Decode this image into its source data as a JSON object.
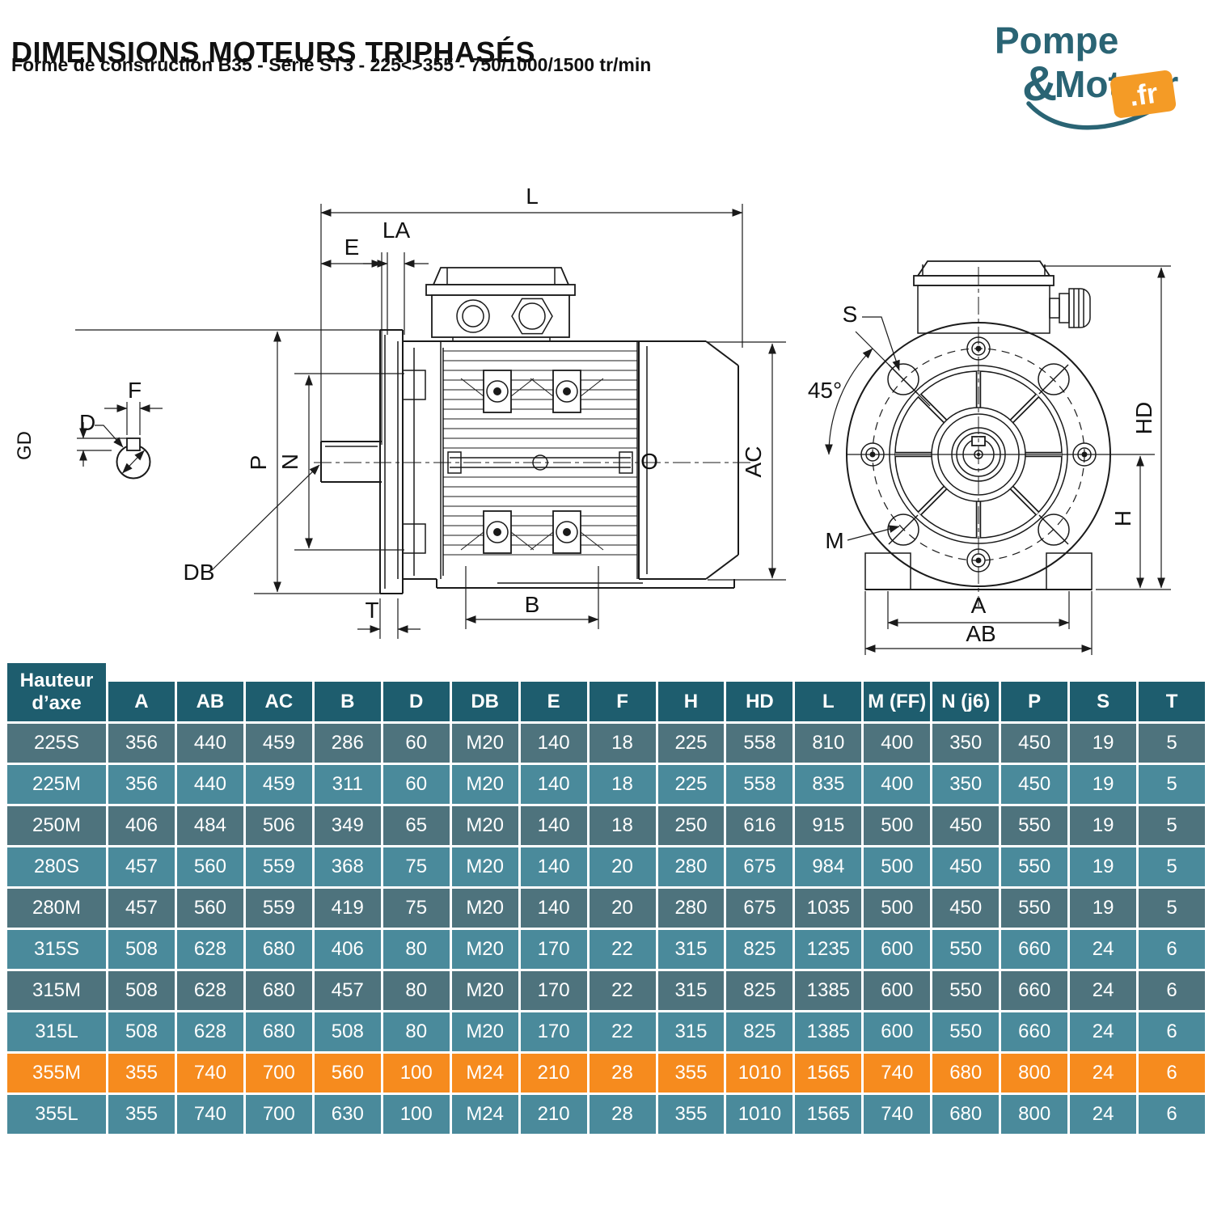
{
  "page": {
    "title": "DIMENSIONS MOTEURS TRIPHASÉS",
    "subtitle": "Forme de construction B35 - Série ST3 - 225<>355 - 750/1000/1500 tr/min"
  },
  "logo": {
    "word1": "Pompe",
    "ampersand": "&",
    "word2": "Moteur",
    "domain": ".fr"
  },
  "diagram": {
    "labels": {
      "L": "L",
      "E": "E",
      "LA": "LA",
      "P": "P",
      "N": "N",
      "DB": "DB",
      "T": "T",
      "B": "B",
      "AC": "AC",
      "O": "O",
      "F": "F",
      "D": "D",
      "GD": "GD",
      "S": "S",
      "angle45": "45°",
      "M": "M",
      "HD": "HD",
      "H": "H",
      "A": "A",
      "AB": "AB"
    }
  },
  "table": {
    "row_header": "Hauteur d’axe",
    "columns": [
      "A",
      "AB",
      "AC",
      "B",
      "D",
      "DB",
      "E",
      "F",
      "H",
      "HD",
      "L",
      "M (FF)",
      "N (j6)",
      "P",
      "S",
      "T"
    ],
    "rows": [
      {
        "name": "225S",
        "highlight": false,
        "values": [
          "356",
          "440",
          "459",
          "286",
          "60",
          "M20",
          "140",
          "18",
          "225",
          "558",
          "810",
          "400",
          "350",
          "450",
          "19",
          "5"
        ]
      },
      {
        "name": "225M",
        "highlight": false,
        "values": [
          "356",
          "440",
          "459",
          "311",
          "60",
          "M20",
          "140",
          "18",
          "225",
          "558",
          "835",
          "400",
          "350",
          "450",
          "19",
          "5"
        ]
      },
      {
        "name": "250M",
        "highlight": false,
        "values": [
          "406",
          "484",
          "506",
          "349",
          "65",
          "M20",
          "140",
          "18",
          "250",
          "616",
          "915",
          "500",
          "450",
          "550",
          "19",
          "5"
        ]
      },
      {
        "name": "280S",
        "highlight": false,
        "values": [
          "457",
          "560",
          "559",
          "368",
          "75",
          "M20",
          "140",
          "20",
          "280",
          "675",
          "984",
          "500",
          "450",
          "550",
          "19",
          "5"
        ]
      },
      {
        "name": "280M",
        "highlight": false,
        "values": [
          "457",
          "560",
          "559",
          "419",
          "75",
          "M20",
          "140",
          "20",
          "280",
          "675",
          "1035",
          "500",
          "450",
          "550",
          "19",
          "5"
        ]
      },
      {
        "name": "315S",
        "highlight": false,
        "values": [
          "508",
          "628",
          "680",
          "406",
          "80",
          "M20",
          "170",
          "22",
          "315",
          "825",
          "1235",
          "600",
          "550",
          "660",
          "24",
          "6"
        ]
      },
      {
        "name": "315M",
        "highlight": false,
        "values": [
          "508",
          "628",
          "680",
          "457",
          "80",
          "M20",
          "170",
          "22",
          "315",
          "825",
          "1385",
          "600",
          "550",
          "660",
          "24",
          "6"
        ]
      },
      {
        "name": "315L",
        "highlight": false,
        "values": [
          "508",
          "628",
          "680",
          "508",
          "80",
          "M20",
          "170",
          "22",
          "315",
          "825",
          "1385",
          "600",
          "550",
          "660",
          "24",
          "6"
        ]
      },
      {
        "name": "355M",
        "highlight": true,
        "values": [
          "355",
          "740",
          "700",
          "560",
          "100",
          "M24",
          "210",
          "28",
          "355",
          "1010",
          "1565",
          "740",
          "680",
          "800",
          "24",
          "6"
        ]
      },
      {
        "name": "355L",
        "highlight": false,
        "values": [
          "355",
          "740",
          "700",
          "630",
          "100",
          "M24",
          "210",
          "28",
          "355",
          "1010",
          "1565",
          "740",
          "680",
          "800",
          "24",
          "6"
        ]
      }
    ]
  },
  "colors": {
    "header_teal": "#1e5d6e",
    "row_dark": "#4e737d",
    "row_light": "#4a8a9b",
    "highlight_orange": "#f68b1e",
    "logo_teal": "#2a6474",
    "logo_orange": "#f49b26",
    "line": "#1a1a1a"
  }
}
